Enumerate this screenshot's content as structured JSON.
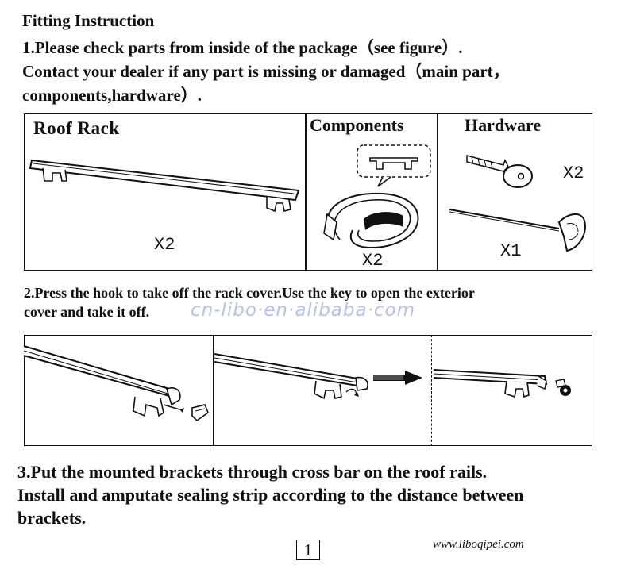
{
  "header": {
    "title": "Fitting Instruction",
    "step1_line1": "1.Please check parts from inside of the package（see figure）.",
    "step1_line2": "Contact your dealer if any part is missing or damaged（main part，",
    "step1_line3": "components,hardware）."
  },
  "parts_table": {
    "roof_rack": {
      "label": "Roof Rack",
      "quantity": "X2"
    },
    "components": {
      "label": "Components",
      "quantity": "X2"
    },
    "hardware": {
      "label": "Hardware",
      "key_quantity": "X2",
      "tool_quantity": "X1"
    }
  },
  "step2": {
    "line1": "2.Press the hook to take off the rack cover.Use the key to open the exterior",
    "line2": "cover and take it off."
  },
  "watermark": "cn-libo·en·alibaba·com",
  "step3": {
    "line1": "3.Put the mounted brackets through cross bar on the roof rails.",
    "line2": "Install and amputate sealing strip according to the distance between",
    "line3": "brackets."
  },
  "footer": {
    "page_number": "1",
    "website": "www.liboqipei.com"
  },
  "icons": [
    "roof-rack-bar-icon",
    "sealing-strip-icon",
    "strip-profile-icon",
    "key-icon",
    "hex-tool-icon",
    "arrow-right-icon",
    "lock-cylinder-icon",
    "end-cap-icon"
  ],
  "colors": {
    "text": "#111111",
    "watermark": "#b9c2e6",
    "background": "#ffffff"
  }
}
